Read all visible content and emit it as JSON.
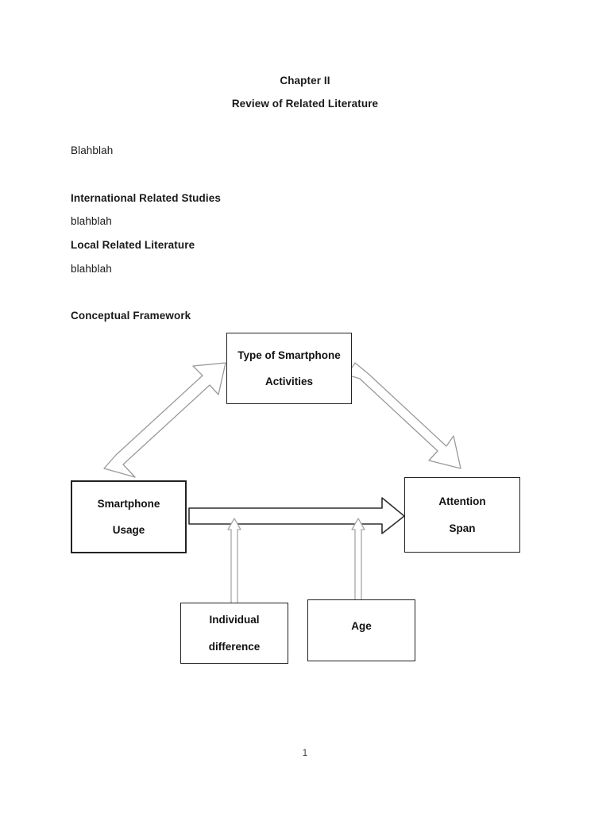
{
  "document": {
    "title_line_1": "Chapter II",
    "title_line_2": "Review of Related Literature",
    "body_text_1": "Blahblah",
    "heading_international": "International Related Studies",
    "body_text_2": "blahblah",
    "heading_local": "Local Related Literature",
    "body_text_3": "blahblah",
    "heading_conceptual": "Conceptual Framework",
    "page_number": "1"
  },
  "framework": {
    "nodes": {
      "type_of_smartphone_activities": {
        "line_1": "Type of Smartphone",
        "line_2": "Activities"
      },
      "smartphone_usage": {
        "line_1": "Smartphone",
        "line_2": "Usage"
      },
      "attention_span": {
        "line_1": "Attention",
        "line_2": "Span"
      },
      "individual_difference": {
        "line_1": "Individual",
        "line_2": "difference"
      },
      "age": {
        "line_1": "Age"
      }
    },
    "connectors": [
      {
        "name": "usage-to-type-arrow",
        "from": "smartphone_usage",
        "to": "type_of_smartphone_activities",
        "direction": "up-right"
      },
      {
        "name": "type-to-attention-arrow",
        "from": "type_of_smartphone_activities",
        "to": "attention_span",
        "direction": "down-right"
      },
      {
        "name": "usage-to-attention-arrow",
        "from": "smartphone_usage",
        "to": "attention_span",
        "direction": "right"
      },
      {
        "name": "individual-difference-to-main-arrow",
        "from": "individual_difference",
        "to": "usage-to-attention-arrow",
        "direction": "up"
      },
      {
        "name": "age-to-main-arrow",
        "from": "age",
        "to": "usage-to-attention-arrow",
        "direction": "up"
      }
    ]
  },
  "colors": {
    "text": "#111111",
    "box_border": "#222222",
    "arrow_outline_dark": "#3a3a3a",
    "arrow_outline_light": "#9a9a9a",
    "arrow_fill": "#ffffff",
    "background": "#ffffff"
  }
}
